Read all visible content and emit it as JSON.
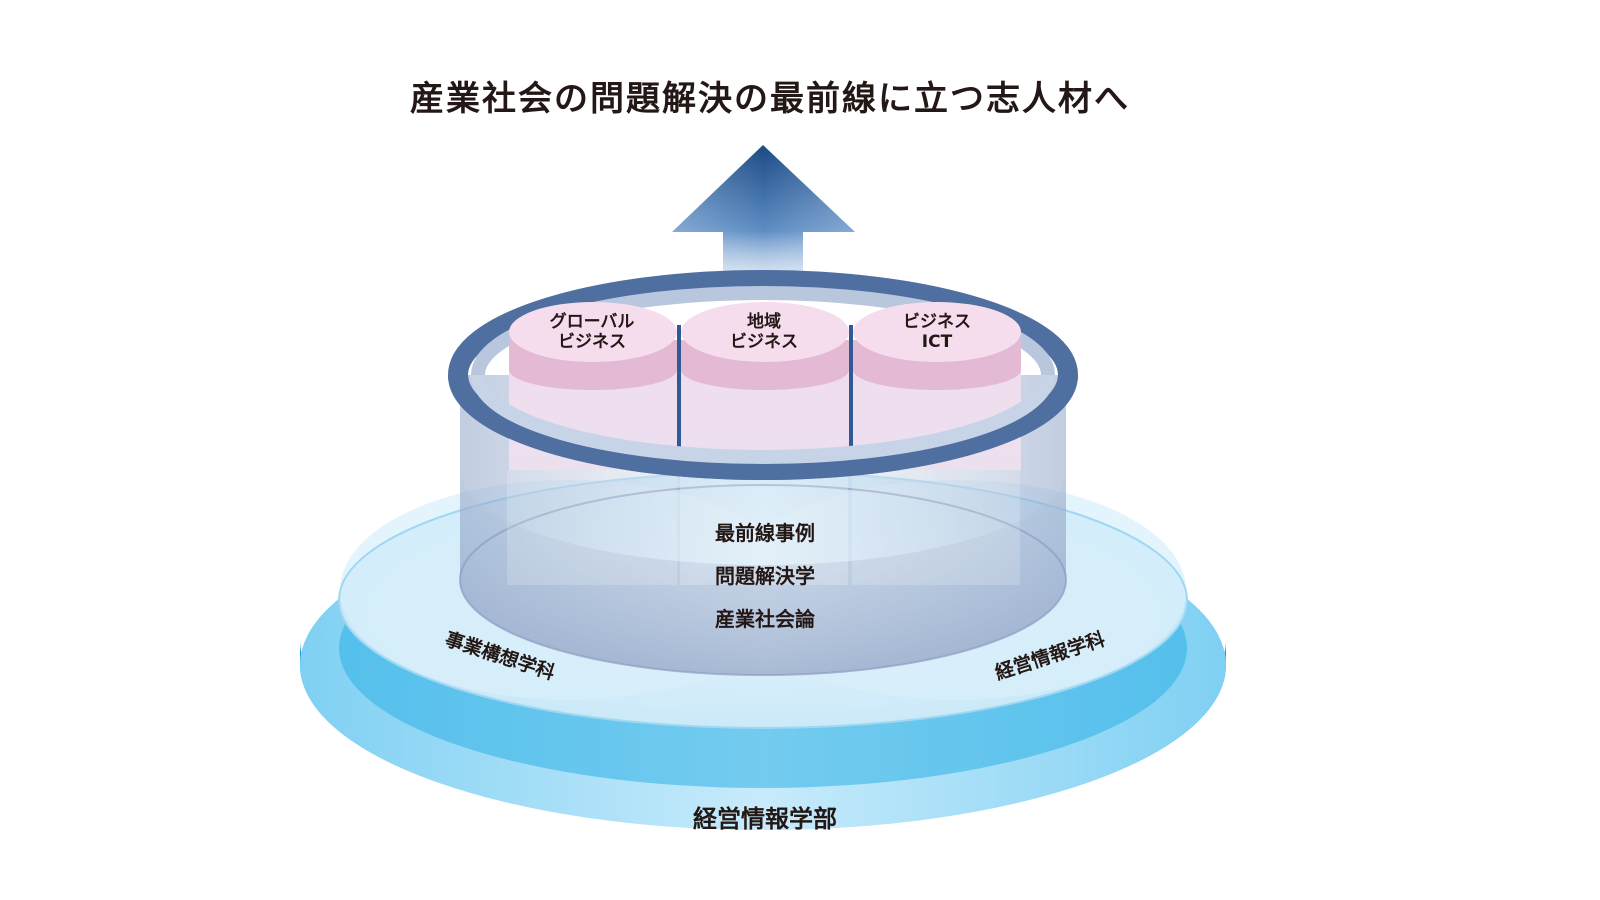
{
  "title": "産業社会の問題解決の最前線に立つ志人材へ",
  "faculty": "経営情報学部",
  "departments": {
    "left": "事業構想学科",
    "right": "経営情報学科"
  },
  "foundation_courses": [
    "最前線事例",
    "問題解決学",
    "産業社会論"
  ],
  "pillars": [
    {
      "line1": "グローバル",
      "line2": "ビジネス"
    },
    {
      "line1": "地域",
      "line2": "ビジネス"
    },
    {
      "line1": "ビジネス",
      "line2": "ICT"
    }
  ],
  "colors": {
    "base_light": "#cfeaf9",
    "base_edge": "#27aee4",
    "ring_dark": "#4f6fa1",
    "pillar_top": "#f5dbea",
    "pillar_band": "#e2b7d2",
    "pillar_body": "#eedbec",
    "arrow_dark": "#1f4f8a",
    "text": "#231815"
  }
}
